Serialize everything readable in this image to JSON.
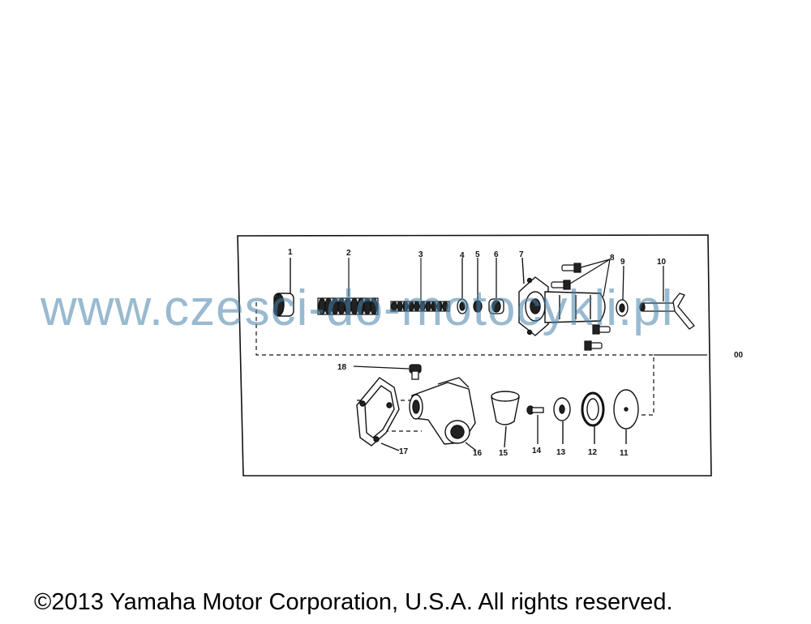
{
  "parts": {
    "p1": "1",
    "p2": "2",
    "p3": "3",
    "p4": "4",
    "p5": "5",
    "p6": "6",
    "p7": "7",
    "p8": "8",
    "p9": "9",
    "p10": "10",
    "p11": "11",
    "p12": "12",
    "p13": "13",
    "p14": "14",
    "p15": "15",
    "p16": "16",
    "p17": "17",
    "p18": "18",
    "assembly": "00"
  },
  "watermark": "www.czesci-do-motocykli.pl",
  "copyright": "©2013 Yamaha Motor Corporation, U.S.A. All rights reserved."
}
